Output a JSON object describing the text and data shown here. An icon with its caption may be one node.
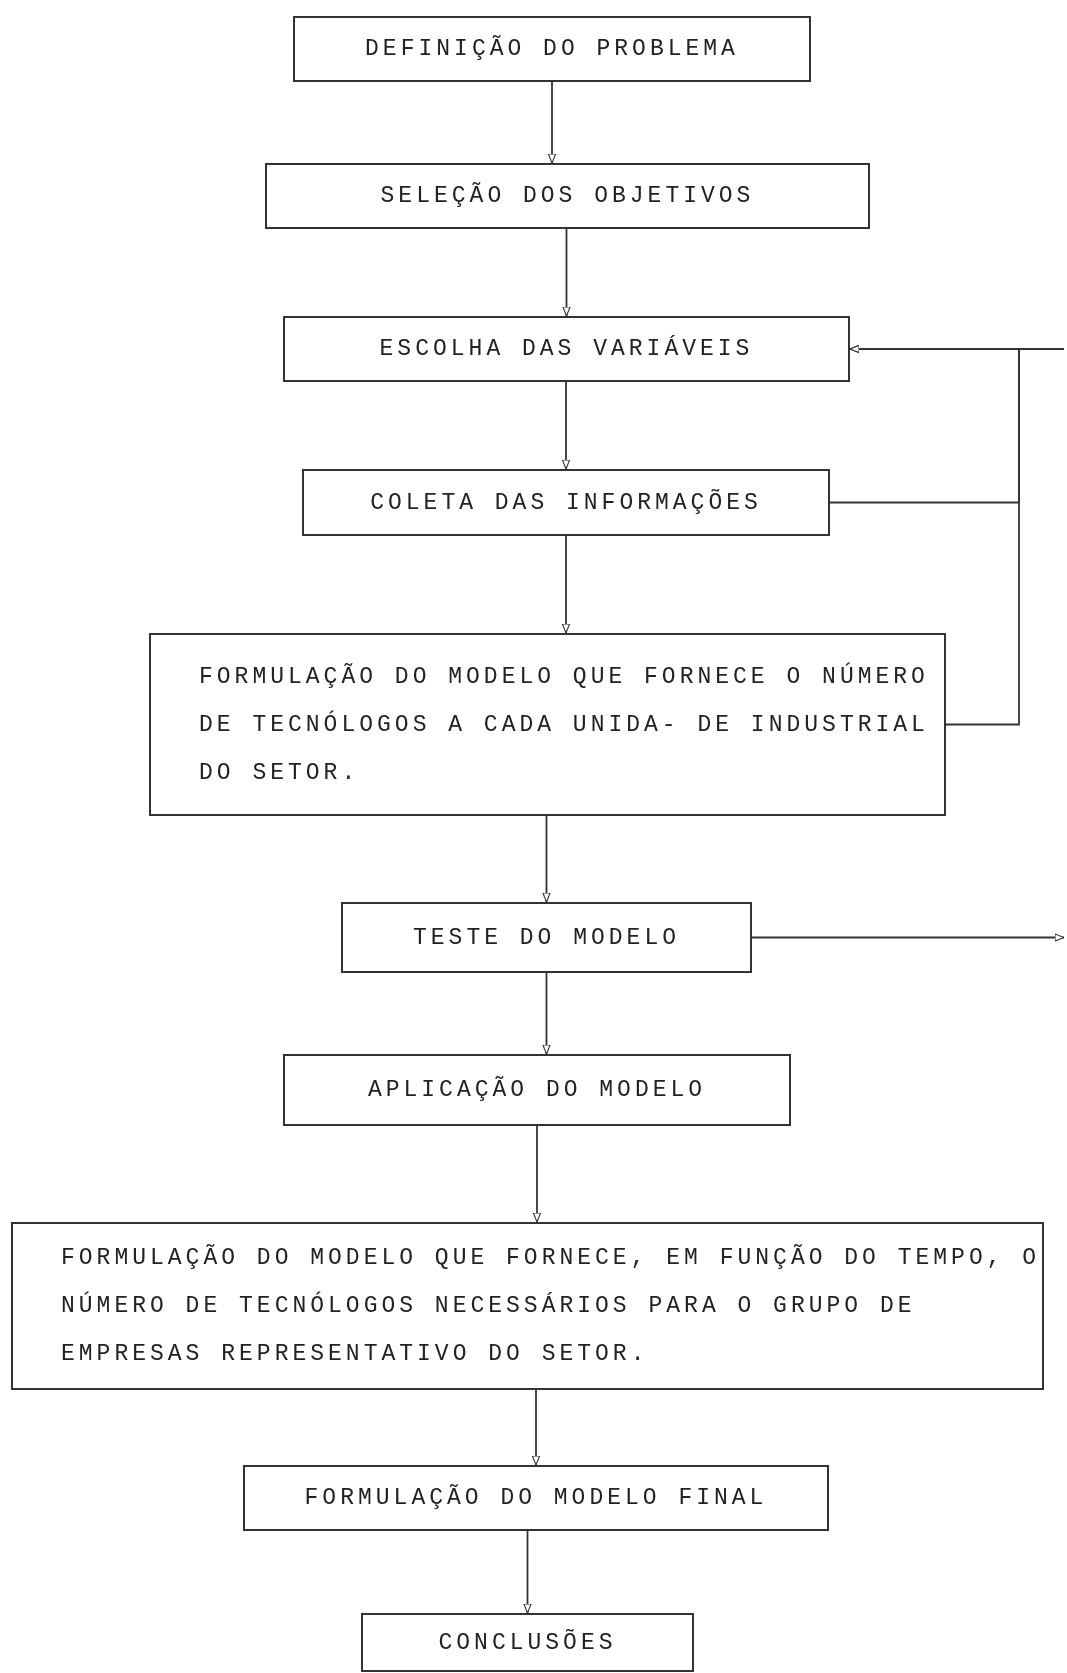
{
  "diagram": {
    "nodes": [
      {
        "text": [
          "DEFINIÇÃO DO PROBLEMA"
        ]
      },
      {
        "text": [
          "SELEÇÃO DOS OBJETIVOS"
        ]
      },
      {
        "text": [
          "ESCOLHA DAS VARIÁVEIS"
        ]
      },
      {
        "text": [
          "COLETA DAS INFORMAÇÕES"
        ]
      },
      {
        "text": [
          "FORMULAÇÃO DO MODELO QUE FORNECE O NÚMERO DE TECNÓLOGOS A CADA UNIDA- DE INDUSTRIAL DO SETOR."
        ]
      },
      {
        "text": [
          "TESTE DO MODELO"
        ]
      },
      {
        "text": [
          "APLICAÇÃO DO MODELO"
        ]
      },
      {
        "text": [
          "FORMULAÇÃO DO MODELO QUE FORNECE, EM FUNÇÃO DO TEMPO, O NÚMERO DE TECNÓLOGOS NECESSÁRIOS PARA O GRUPO DE EMPRESAS REPRESENTATIVO DO SETOR."
        ]
      },
      {
        "text": [
          "FORMULAÇÃO DO MODELO FINAL"
        ]
      },
      {
        "text": [
          "CONCLUSÕES"
        ]
      }
    ],
    "edges": [
      {
        "from": 0,
        "to": 1,
        "arrow": "to"
      },
      {
        "from": 1,
        "to": 2,
        "arrow": "to"
      },
      {
        "from": 2,
        "to": 3,
        "arrow": "to"
      },
      {
        "from": 3,
        "to": 4,
        "arrow": "to"
      },
      {
        "from": 4,
        "to": 5,
        "arrow": "to"
      },
      {
        "from": 5,
        "to": 6,
        "arrow": "to"
      },
      {
        "from": 6,
        "to": 7,
        "arrow": "to"
      },
      {
        "from": 7,
        "to": 8,
        "arrow": "to"
      },
      {
        "from": 8,
        "to": 9,
        "arrow": "to"
      },
      {
        "from": 3,
        "to": 2,
        "arrow": "to"
      },
      {
        "from": 4,
        "to": 2,
        "arrow": "to"
      },
      {
        "from": 5,
        "to": null,
        "arrow": "to"
      },
      {
        "from": null,
        "to": 2,
        "arrow": "to"
      }
    ]
  }
}
